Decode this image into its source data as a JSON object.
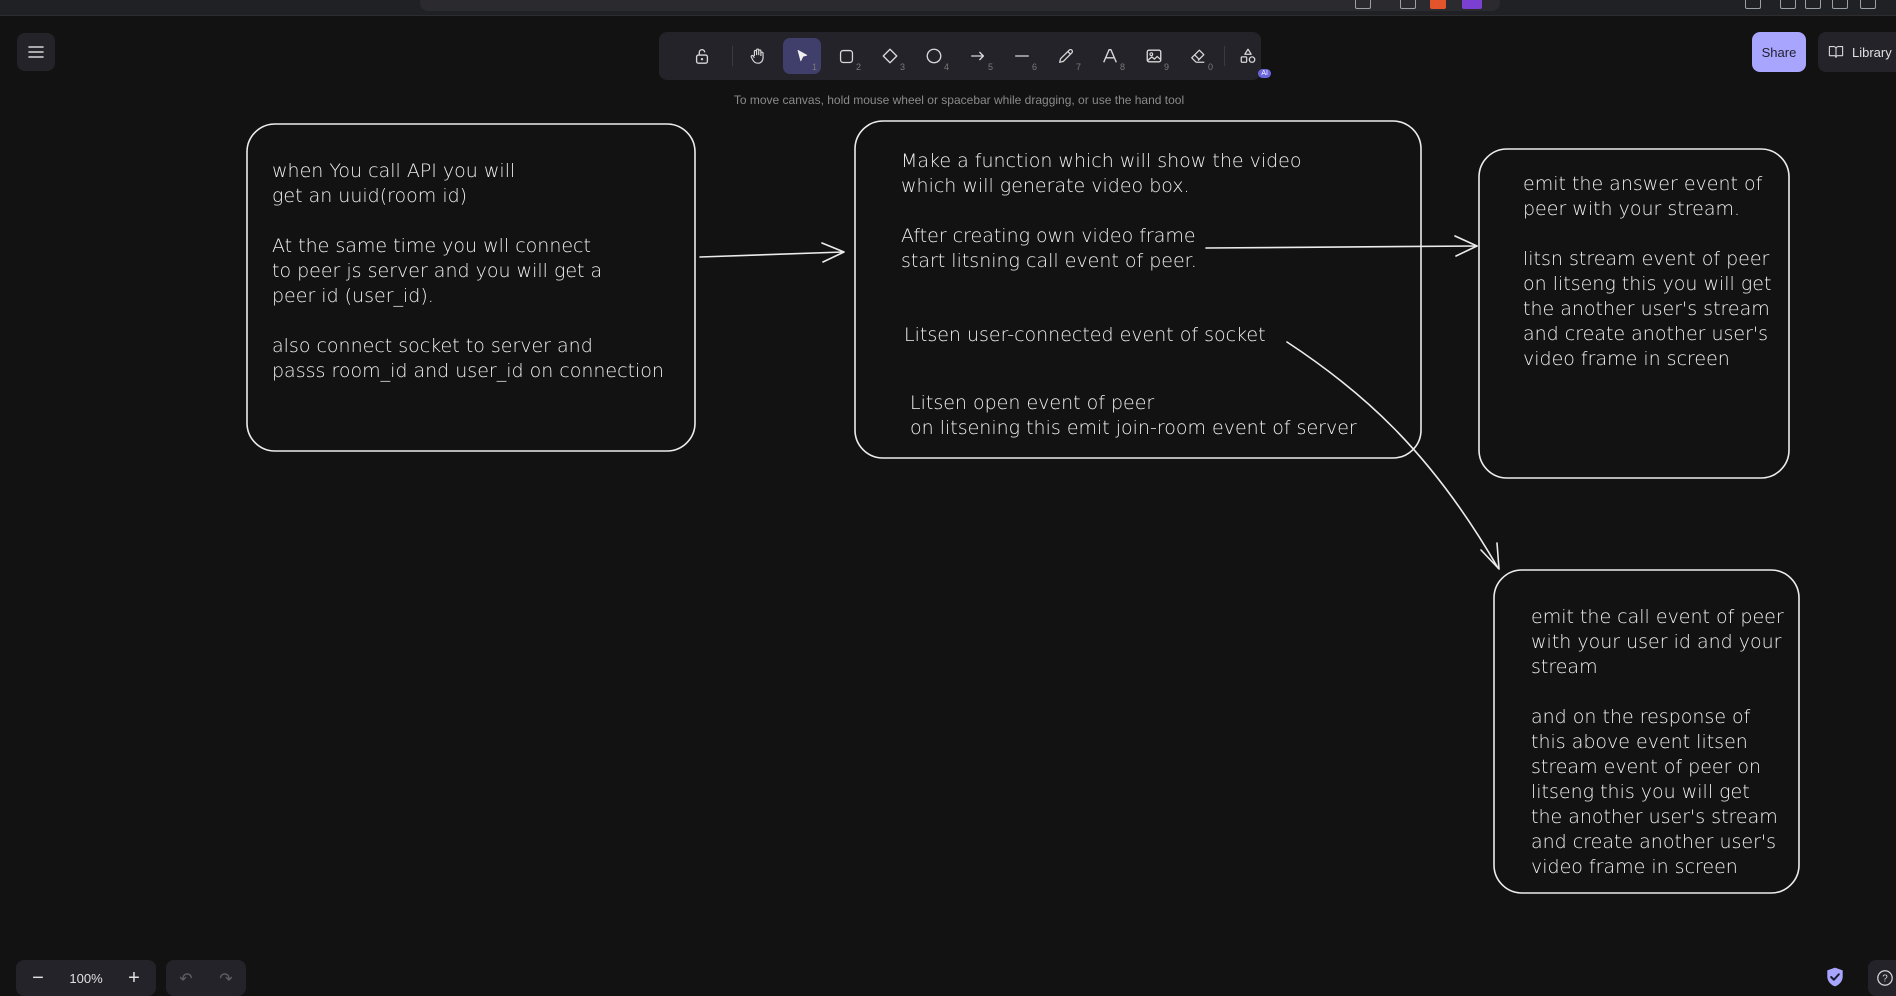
{
  "toolbar": {
    "tools": [
      {
        "name": "lock",
        "key": ""
      },
      {
        "name": "hand",
        "key": ""
      },
      {
        "name": "selection",
        "key": "1"
      },
      {
        "name": "rectangle",
        "key": "2"
      },
      {
        "name": "diamond",
        "key": "3"
      },
      {
        "name": "ellipse",
        "key": "4"
      },
      {
        "name": "arrow",
        "key": "5"
      },
      {
        "name": "line",
        "key": "6"
      },
      {
        "name": "draw",
        "key": "7"
      },
      {
        "name": "text",
        "key": "8"
      },
      {
        "name": "image",
        "key": "9"
      },
      {
        "name": "eraser",
        "key": "0"
      },
      {
        "name": "ai-tools",
        "badge": "AI"
      }
    ],
    "active_tool": "selection"
  },
  "hint": "To move canvas, hold mouse wheel or spacebar while dragging, or use the hand tool",
  "header": {
    "share_label": "Share",
    "library_label": "Library"
  },
  "canvas": {
    "notes": {
      "api": "when You call API you will\nget an uuid(room id)\n\nAt the same time you wll connect\nto peer js server and you will get a\npeer id (user_id).\n\nalso connect socket to server and\npasss room_id and user_id on connection",
      "video_fn": "Make a function which will show the video\nwhich will generate video box.\n\nAfter creating own video frame\nstart litsning call event of peer.",
      "user_connected": "Litsen user-connected event of socket",
      "open_event": "Litsen open event of peer\non litsening this emit join-room event of server",
      "answer": "emit the answer event of\npeer with your stream.\n\nlitsn stream event of peer\non litseng this you will get\nthe another user's stream\nand create another user's\nvideo frame in screen",
      "call": "emit the call event of peer\nwith your user id and your\nstream\n\nand on the response of\nthis above event litsen\nstream event of peer on\nlitseng this you will get\nthe another user's stream\nand create another user's\nvideo frame in screen"
    }
  },
  "footer": {
    "zoom_out": "−",
    "zoom_level": "100%",
    "zoom_in": "+",
    "undo": "↶",
    "redo": "↷",
    "help": "?"
  }
}
